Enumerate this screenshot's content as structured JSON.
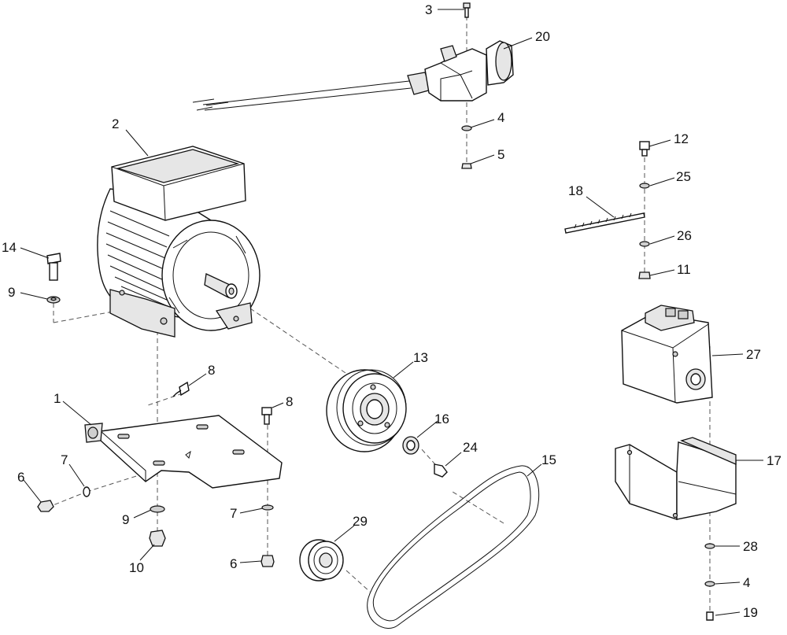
{
  "part_numbers": {
    "p1": "1",
    "p2": "2",
    "p3": "3",
    "p4a": "4",
    "p4b": "4",
    "p5": "5",
    "p6a": "6",
    "p6b": "6",
    "p7a": "7",
    "p7b": "7",
    "p8a": "8",
    "p8b": "8",
    "p9a": "9",
    "p9b": "9",
    "p10": "10",
    "p11": "11",
    "p12": "12",
    "p13": "13",
    "p14": "14",
    "p15": "15",
    "p16": "16",
    "p17": "17",
    "p18": "18",
    "p19": "19",
    "p20": "20",
    "p24": "24",
    "p25": "25",
    "p26": "26",
    "p27": "27",
    "p28": "28",
    "p29": "29"
  }
}
